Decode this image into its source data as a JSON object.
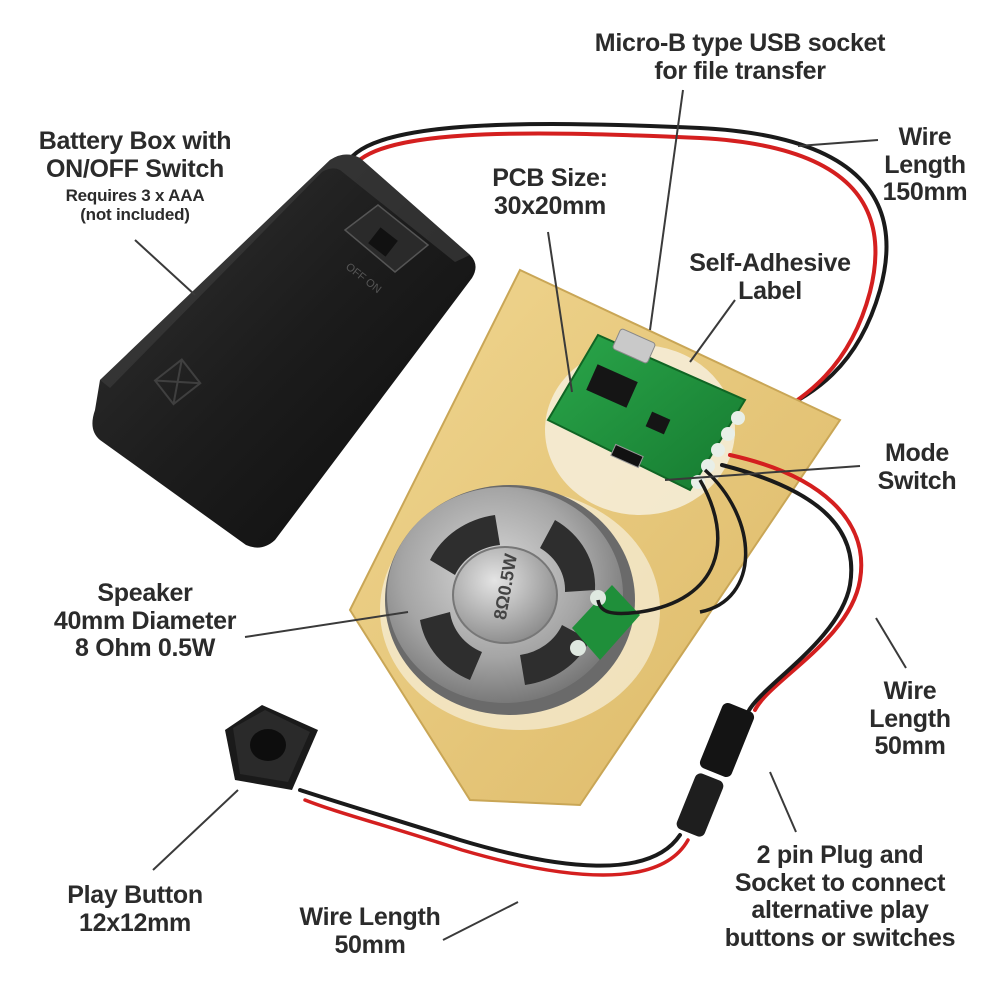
{
  "labels": {
    "battery_box": {
      "title_lines": [
        "Battery Box with",
        "ON/OFF Switch"
      ],
      "note_lines": [
        "Requires 3 x AAA",
        "(not included)"
      ]
    },
    "usb_socket": {
      "lines": [
        "Micro-B type USB socket",
        "for file transfer"
      ]
    },
    "wire_length_150": {
      "lines": [
        "Wire",
        "Length",
        "150mm"
      ]
    },
    "pcb_size": {
      "lines": [
        "PCB Size:",
        "30x20mm"
      ]
    },
    "self_adhesive_label": {
      "lines": [
        "Self-Adhesive",
        "Label"
      ]
    },
    "mode_switch": {
      "lines": [
        "Mode",
        "Switch"
      ]
    },
    "speaker": {
      "lines": [
        "Speaker",
        "40mm Diameter",
        "8 Ohm 0.5W"
      ]
    },
    "wire_length_50_right": {
      "lines": [
        "Wire",
        "Length",
        "50mm"
      ]
    },
    "plug_socket": {
      "lines": [
        "2 pin Plug and",
        "Socket to connect",
        "alternative play",
        "buttons or switches"
      ]
    },
    "play_button": {
      "lines": [
        "Play Button",
        "12x12mm"
      ]
    },
    "wire_length_50_bottom": {
      "lines": [
        "Wire Length",
        "50mm"
      ]
    }
  },
  "product_marks": {
    "battery_switch_text": "OFF ON",
    "speaker_text": "8Ω0.5W"
  },
  "colors": {
    "text": "#2b2b2b",
    "leader_line": "#3a3a3a",
    "wire_red": "#d41f1f",
    "wire_black": "#1a1a1a",
    "pcb_green": "#1f8f3a",
    "adhesive_yellow": "#e7c878",
    "battery_box": "#1b1b1b",
    "speaker_metal": "#9a9a9a"
  }
}
